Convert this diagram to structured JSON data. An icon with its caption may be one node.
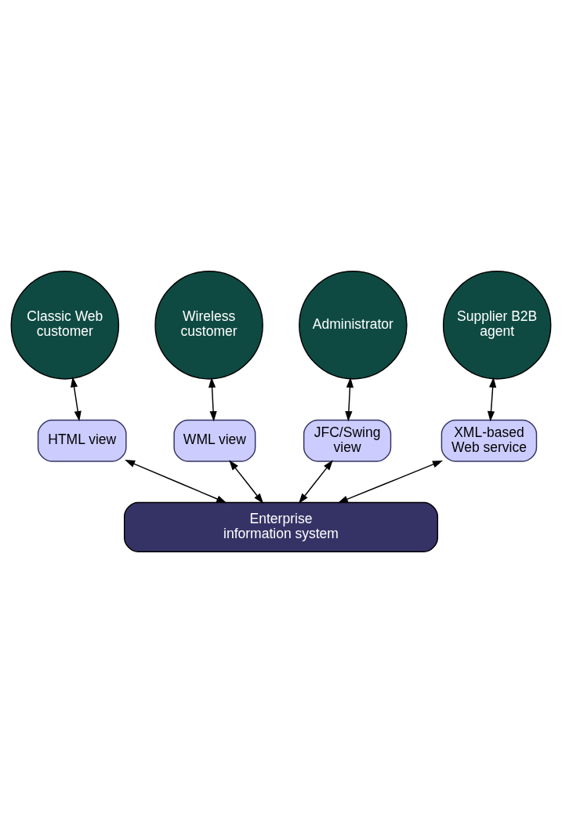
{
  "diagram": {
    "nodes": [
      {
        "text": [
          "Classic Web customer"
        ]
      },
      {
        "text": [
          "Wireless customer"
        ]
      },
      {
        "text": [
          "Administrator"
        ]
      },
      {
        "text": [
          "Supplier B2B agent"
        ]
      },
      {
        "text": [
          "HTML view"
        ]
      },
      {
        "text": [
          "WML view"
        ]
      },
      {
        "text": [
          "JFC/Swing view"
        ]
      },
      {
        "text": [
          "XML-based Web service"
        ]
      },
      {
        "text": [
          "Enterprise information system"
        ]
      }
    ],
    "edges": [
      {
        "from": 0,
        "to": 4,
        "arrow": "both"
      },
      {
        "from": 1,
        "to": 5,
        "arrow": "both"
      },
      {
        "from": 2,
        "to": 6,
        "arrow": "both"
      },
      {
        "from": 3,
        "to": 7,
        "arrow": "both"
      },
      {
        "from": 4,
        "to": 8,
        "arrow": "both"
      },
      {
        "from": 5,
        "to": 8,
        "arrow": "both"
      },
      {
        "from": 6,
        "to": 8,
        "arrow": "both"
      },
      {
        "from": 7,
        "to": 8,
        "arrow": "both"
      }
    ]
  }
}
